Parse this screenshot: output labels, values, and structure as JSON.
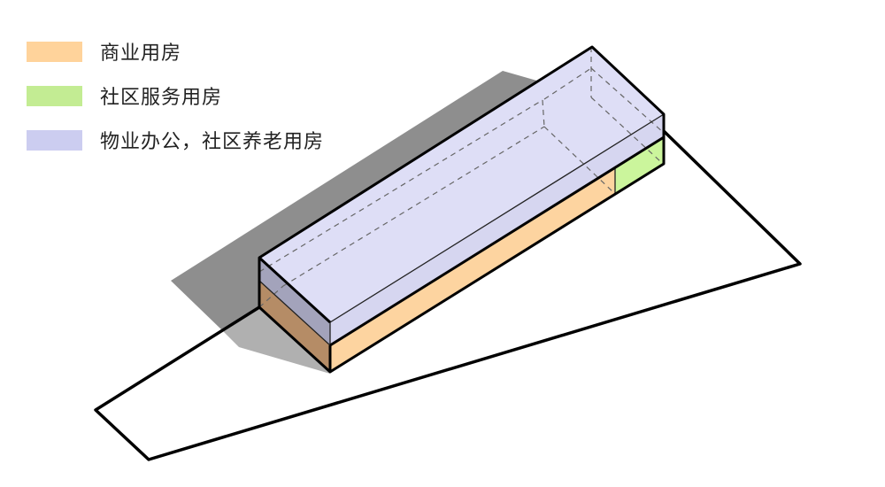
{
  "legend": {
    "items": [
      {
        "label": "商业用房",
        "color": "#ffd39b"
      },
      {
        "label": "社区服务用房",
        "color": "#c3ec93"
      },
      {
        "label": "物业办公，社区养老用房",
        "color": "#cccdf0"
      }
    ]
  },
  "colors": {
    "commercial_front": "#fdd4a0",
    "commercial_side": "#b58c66",
    "community_service": "#cbf59c",
    "office_top": "#dedef6",
    "office_front": "#d6d6f0",
    "office_side": "#a3a3bb",
    "shadow_dark": "#8e8e8e",
    "shadow_light": "#b0b0b0"
  }
}
